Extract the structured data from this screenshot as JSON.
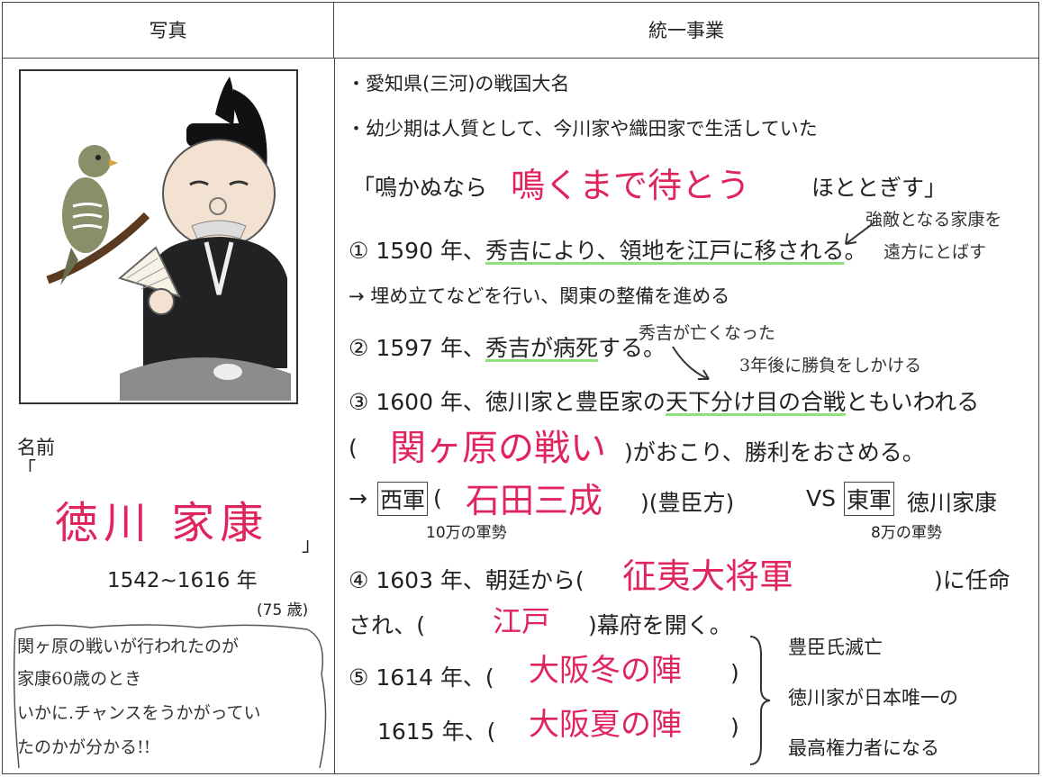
{
  "header": {
    "photo": "写真",
    "unification": "統一事業"
  },
  "left": {
    "name_label": "名前",
    "open_quote": "「",
    "name": "徳川 家康",
    "close_quote": "」",
    "years": "1542~1616 年",
    "age": "(75 歳)",
    "note": [
      "関ヶ原の戦いが行われたのが",
      "家康60歳のとき",
      "いかに.チャンスをうかがってい",
      "たのかが分かる!!"
    ]
  },
  "right": {
    "line1": "・愛知県(三河)の戦国大名",
    "line2": "・幼少期は人質として、今川家や織田家で生活していた",
    "hototogisu": {
      "pre": "「鳴かぬなら",
      "answer": "鳴くまで待とう",
      "post": "ほととぎす」"
    },
    "e1": {
      "prefix": "① 1590 年、",
      "text": "秀吉により、領地を江戸に移される",
      "suffix": "。",
      "note1": "強敵となる家康を",
      "note2": "遠方にとばす"
    },
    "e1b": "→ 埋め立てなどを行い、関東の整備を進める",
    "e2": {
      "prefix": "② 1597 年、",
      "text": "秀吉が病死",
      "suffix": "する。",
      "note1": "秀吉が亡くなった",
      "note2": "3年後に勝負をしかける"
    },
    "e3": {
      "prefix": "③ 1600 年、徳川家と豊臣家の",
      "text": "天下分け目の合戦",
      "suffix": "ともいわれる"
    },
    "e3b": {
      "open": "(",
      "answer": "関ヶ原の戦い",
      "close": ")がおこり、勝利をおさめる。"
    },
    "e3c": {
      "arrow": "→",
      "west": "西軍",
      "open": "(",
      "answer": "石田三成",
      "close": ")(豊臣方)",
      "vs": "VS",
      "east": "東軍",
      "ieyasu": "徳川家康",
      "west_army": "10万の軍勢",
      "east_army": "8万の軍勢"
    },
    "e4": {
      "prefix": "④ 1603 年、朝廷から(",
      "answer": "征夷大将軍",
      "suffix": ")に任命"
    },
    "e4b": {
      "prefix": "され、(",
      "answer": "江戸",
      "suffix": ")幕府を開く。"
    },
    "e5": {
      "l1_prefix": "⑤ 1614 年、(",
      "l1_answer": "大阪冬の陣",
      "l1_close": ")",
      "l2_prefix": "1615 年、(",
      "l2_answer": "大阪夏の陣",
      "l2_close": ")",
      "r1": "豊臣氏滅亡",
      "r2": "徳川家が日本唯一の",
      "r3": "最高権力者になる"
    }
  }
}
